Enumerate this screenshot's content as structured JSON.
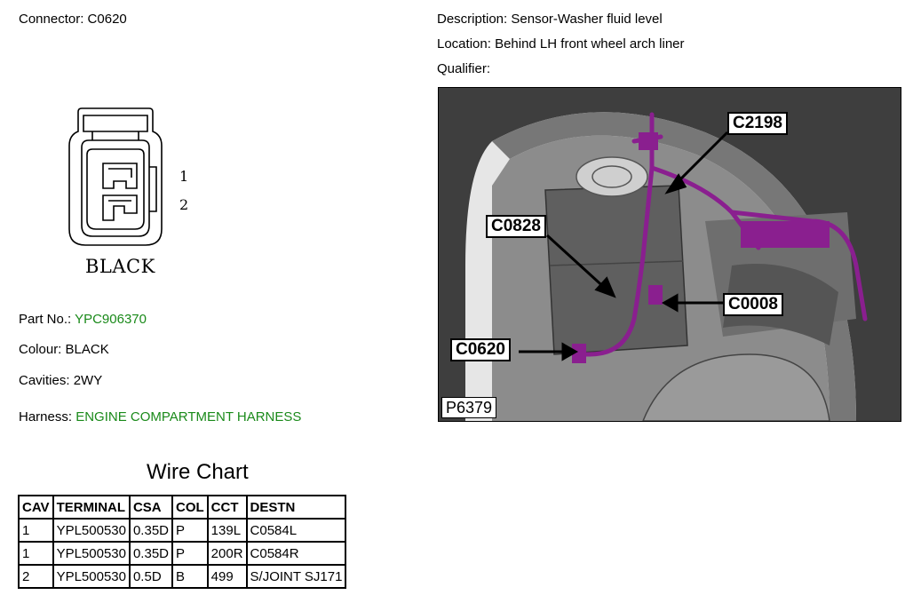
{
  "connector": {
    "label": "Connector:",
    "value": "C0620",
    "pins": [
      "1",
      "2"
    ],
    "color_caption": "BLACK"
  },
  "details": {
    "part_no_label": "Part No.:",
    "part_no": "YPC906370",
    "colour_label": "Colour:",
    "colour": "BLACK",
    "cavities_label": "Cavities:",
    "cavities": "2WY",
    "harness_label": "Harness:",
    "harness": "ENGINE COMPARTMENT HARNESS",
    "accent_color": "#1a8a1a"
  },
  "description": {
    "description_label": "Description:",
    "description": "Sensor-Washer fluid level",
    "location_label": "Location:",
    "location": "Behind LH front wheel arch liner",
    "qualifier_label": "Qualifier:",
    "qualifier": ""
  },
  "photo": {
    "callouts": [
      "C2198",
      "C0828",
      "C0008",
      "C0620"
    ],
    "reference": "P6379",
    "highlight_color": "#8a1f8f"
  },
  "wire_chart": {
    "title": "Wire Chart",
    "headers": [
      "CAV",
      "TERMINAL",
      "CSA",
      "COL",
      "CCT",
      "DESTN"
    ],
    "rows": [
      [
        "1",
        "YPL500530",
        "0.35D",
        "P",
        "139L",
        "C0584L"
      ],
      [
        "1",
        "YPL500530",
        "0.35D",
        "P",
        "200R",
        "C0584R"
      ],
      [
        "2",
        "YPL500530",
        "0.5D",
        "B",
        "499",
        "S/JOINT SJ171"
      ]
    ]
  }
}
